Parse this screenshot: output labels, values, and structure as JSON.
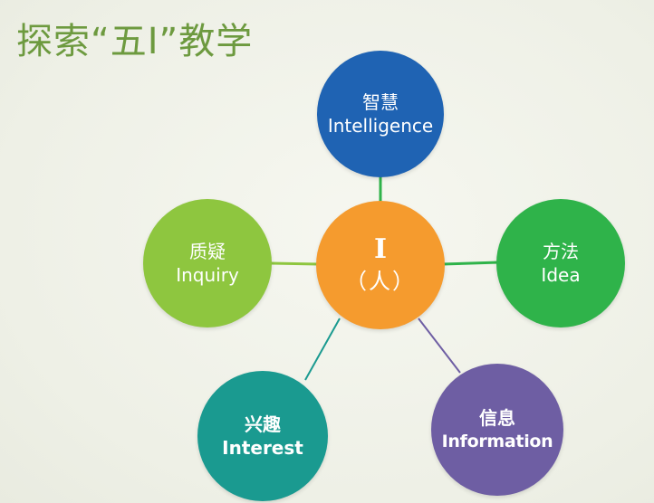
{
  "title": "探索“五I”教学",
  "colors": {
    "title": "#6d9a3f",
    "center": "#f59b2e",
    "intelligence": "#1f63b3",
    "idea": "#2fb34a",
    "information": "#6e5ea3",
    "interest": "#1a9a90",
    "inquiry": "#8ec63f"
  },
  "center": {
    "main": "I",
    "sub": "（人）"
  },
  "nodes": {
    "intelligence": {
      "zh": "智慧",
      "en": "Intelligence"
    },
    "idea": {
      "zh": "方法",
      "en": "Idea"
    },
    "information": {
      "zh": "信息",
      "en": "Information"
    },
    "interest": {
      "zh": "兴趣",
      "en": "Interest"
    },
    "inquiry": {
      "zh": "质疑",
      "en": "Inquiry"
    }
  }
}
